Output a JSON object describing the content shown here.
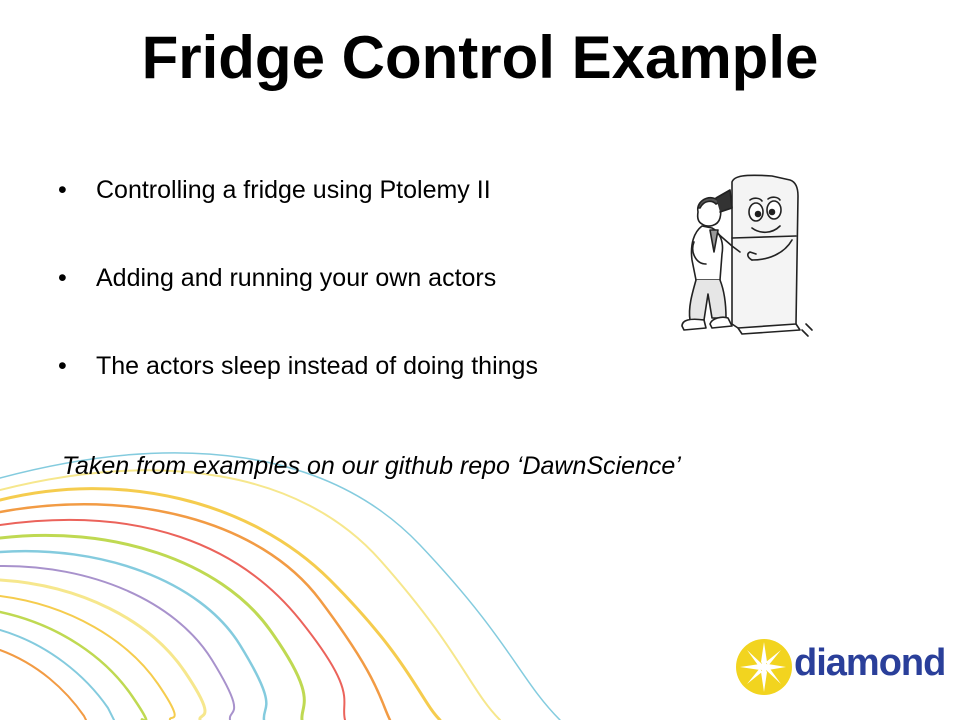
{
  "slide": {
    "title": "Fridge Control Example",
    "bullets": [
      {
        "marker": "•",
        "text": "Controlling a fridge using Ptolemy II"
      },
      {
        "marker": "•",
        "text": "Adding and running your own actors"
      },
      {
        "marker": "•",
        "text": "The actors sleep instead of doing things"
      }
    ],
    "source_note": "Taken from examples on our github repo ‘DawnScience’"
  },
  "illustration": {
    "icon": "hugging-fridge-cartoon-icon"
  },
  "logo": {
    "wordmark": "diamond",
    "icon": "diamond-star-logo-icon",
    "colors": {
      "mark": "#f2d41f",
      "wordmark": "#2a3f9a"
    }
  },
  "decoration": {
    "icon": "rainbow-swirl-lines-icon",
    "colors": [
      "#f4c430",
      "#f08a24",
      "#e8483f",
      "#b5d334",
      "#6fc3d9",
      "#9a7fc4",
      "#f5e37a"
    ]
  }
}
